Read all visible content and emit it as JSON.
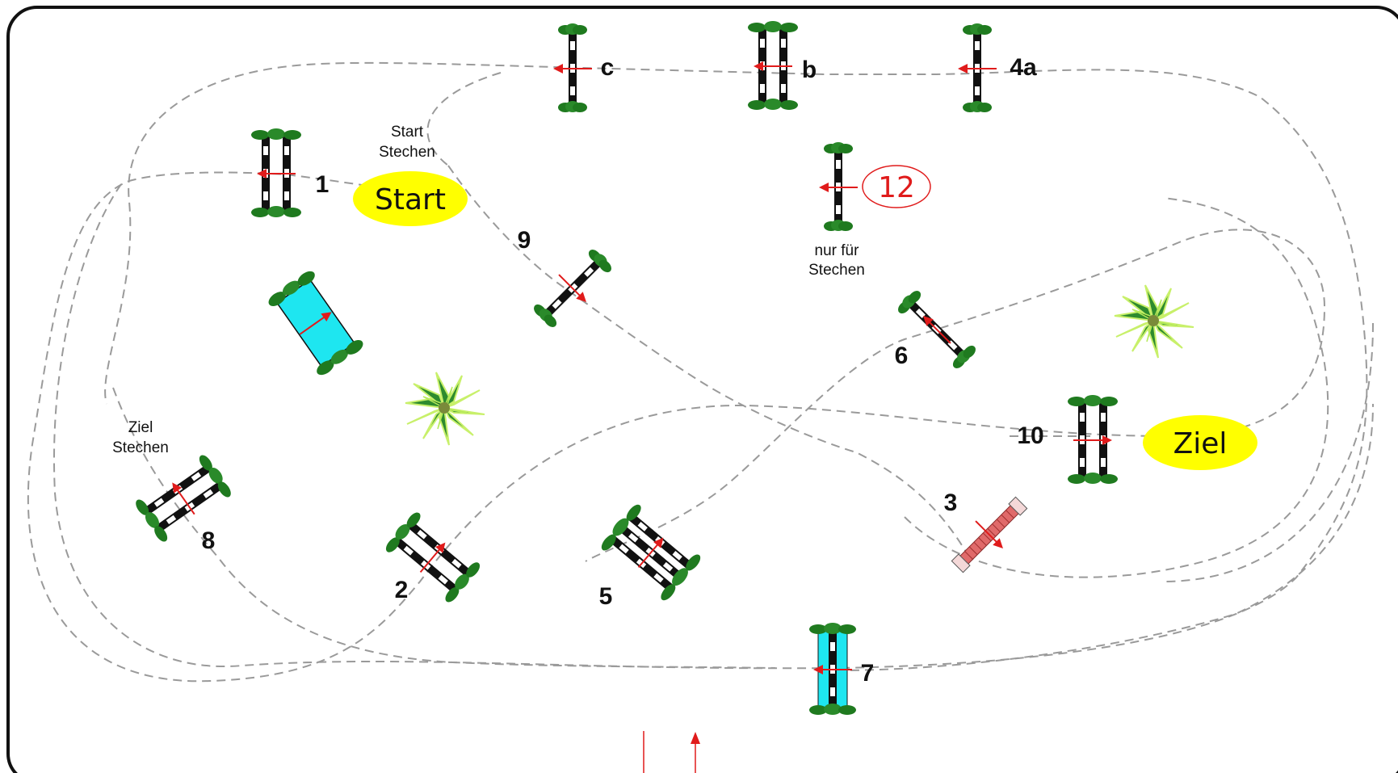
{
  "course": {
    "start_label": "Start",
    "finish_label": "Ziel",
    "jumpoff_start_note": [
      "Start",
      "Stechen"
    ],
    "jumpoff_finish_note": [
      "Ziel",
      "Stechen"
    ],
    "jumpoff_only_number": "12",
    "jumpoff_only_note": [
      "nur für",
      "Stechen"
    ]
  },
  "obstacles": [
    {
      "label": "1",
      "kind": "oxer"
    },
    {
      "label": "2",
      "kind": "oxer"
    },
    {
      "label": "3",
      "kind": "wall"
    },
    {
      "label": "4a",
      "kind": "vertical"
    },
    {
      "label": "b",
      "kind": "oxer"
    },
    {
      "label": "c",
      "kind": "vertical"
    },
    {
      "label": "5",
      "kind": "triple-bar"
    },
    {
      "label": "6",
      "kind": "vertical"
    },
    {
      "label": "7",
      "kind": "water-vertical"
    },
    {
      "label": "8",
      "kind": "oxer"
    },
    {
      "label": "9",
      "kind": "vertical"
    },
    {
      "label": "10",
      "kind": "oxer"
    },
    {
      "label": "12",
      "kind": "vertical"
    }
  ],
  "colors": {
    "frame": "#111111",
    "route": "#9a9a9a",
    "arrow": "#e01b1b",
    "pole_dark": "#111111",
    "pole_light": "#ffffff",
    "wing": "#1f7a1f",
    "water": "#1ee6f0",
    "oval": "#ffff00",
    "wall": "#e06a6a",
    "plant_dark": "#1e6e1e",
    "plant_light": "#9be34a"
  }
}
